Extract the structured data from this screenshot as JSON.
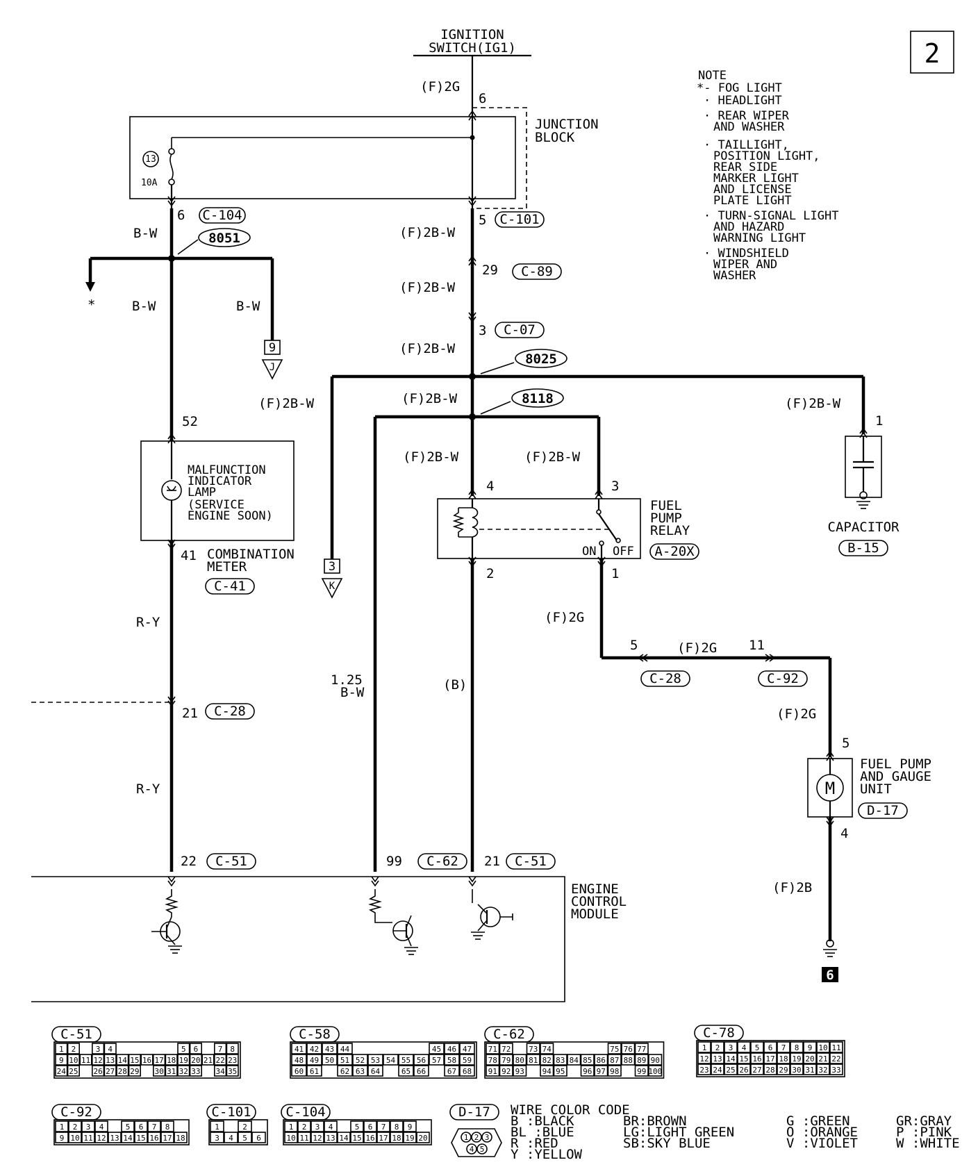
{
  "page_number": "2",
  "note": {
    "title": "NOTE",
    "lines": [
      "*- FOG LIGHT",
      "· HEADLIGHT",
      "· REAR WIPER",
      "AND WASHER",
      "· TAILLIGHT,",
      "POSITION LIGHT,",
      "REAR SIDE",
      "MARKER LIGHT",
      "AND LICENSE",
      "PLATE LIGHT",
      "· TURN-SIGNAL LIGHT",
      "AND HAZARD",
      "WARNING LIGHT",
      "· WINDSHIELD",
      "WIPER AND",
      "WASHER"
    ]
  },
  "ignition": {
    "line1": "IGNITION",
    "line2": "SWITCH(IG1)"
  },
  "junction_block": {
    "line1": "JUNCTION",
    "line2": "BLOCK",
    "fuse_num": "13",
    "fuse_rating": "10A"
  },
  "wire_labels": {
    "f2g_top": "(F)2G",
    "bw_1": "B-W",
    "bw_2": "B-W",
    "bw_3": "B-W",
    "f2bw_1": "(F)2B-W",
    "f2bw_2": "(F)2B-W",
    "f2bw_3": "(F)2B-W",
    "f2bw_4": "(F)2B-W",
    "f2bw_left": "(F)2B-W",
    "f2bw_5": "(F)2B-W",
    "f2bw_6": "(F)2B-W",
    "f2bw_cap": "(F)2B-W",
    "ry_1": "R-Y",
    "ry_2": "R-Y",
    "gauge_1": "1.25",
    "gauge_2": "B-W",
    "b_paren": "(B)",
    "f2g_relay": "(F)2G",
    "f2g_mid": "(F)2G",
    "f2g_pump": "(F)2G",
    "f2b": "(F)2B"
  },
  "pins": {
    "p6_top": "6",
    "p6_bot": "6",
    "p5": "5",
    "p29": "29",
    "p3": "3",
    "p52": "52",
    "p41": "41",
    "p21_mid": "21",
    "p22": "22",
    "p99": "99",
    "p21_bot": "21",
    "relay_4": "4",
    "relay_3": "3",
    "relay_2": "2",
    "relay_1": "1",
    "c28_5": "5",
    "c92_11": "11",
    "cap_1": "1",
    "pump_5": "5",
    "pump_4": "4"
  },
  "connectors": {
    "c104": "C-104",
    "c101": "C-101",
    "c89": "C-89",
    "c07": "C-07",
    "c41": "C-41",
    "c28_a": "C-28",
    "c51_a": "C-51",
    "c62": "C-62",
    "c51_b": "C-51",
    "a20x": "A-20X",
    "c28_b": "C-28",
    "c92": "C-92",
    "b15": "B-15",
    "d17": "D-17"
  },
  "splices": {
    "s8051": "8051",
    "s8025": "8025",
    "s8118": "8118"
  },
  "refs": {
    "j_num": "9",
    "j_letter": "J",
    "k_num": "3",
    "k_letter": "K",
    "ground": "6",
    "star": "*"
  },
  "components": {
    "mil": {
      "line1": "MALFUNCTION",
      "line2": "INDICATOR",
      "line3": "LAMP",
      "line4": "(SERVICE",
      "line5": "ENGINE SOON)"
    },
    "meter": {
      "line1": "COMBINATION",
      "line2": "METER"
    },
    "relay": {
      "line1": "FUEL",
      "line2": "PUMP",
      "line3": "RELAY",
      "on": "ON",
      "off": "OFF"
    },
    "capacitor": "CAPACITOR",
    "pump": {
      "line1": "FUEL PUMP",
      "line2": "AND GAUGE",
      "line3": "UNIT"
    },
    "ecm": {
      "line1": "ENGINE",
      "line2": "CONTROL",
      "line3": "MODULE"
    }
  },
  "connector_faces": {
    "c51": {
      "label": "C-51",
      "rows": [
        [
          "1",
          "2",
          "",
          "3",
          "4",
          "",
          "",
          "",
          "",
          "",
          "5",
          "6",
          "",
          "7",
          "8"
        ],
        [
          "9",
          "10",
          "11",
          "12",
          "13",
          "14",
          "15",
          "16",
          "17",
          "18",
          "19",
          "20",
          "21",
          "22",
          "23"
        ],
        [
          "24",
          "25",
          "",
          "26",
          "27",
          "28",
          "29",
          "",
          "30",
          "31",
          "32",
          "33",
          "",
          "34",
          "35"
        ]
      ]
    },
    "c58": {
      "label": "C-58",
      "rows": [
        [
          "41",
          "42",
          "43",
          "44",
          "",
          "",
          "",
          "",
          "",
          "45",
          "46",
          "47"
        ],
        [
          "48",
          "49",
          "50",
          "51",
          "52",
          "53",
          "54",
          "55",
          "56",
          "57",
          "58",
          "59"
        ],
        [
          "60",
          "61",
          "",
          "62",
          "63",
          "64",
          "",
          "65",
          "66",
          "",
          "67",
          "68"
        ]
      ]
    },
    "c62": {
      "label": "C-62",
      "rows": [
        [
          "71",
          "72",
          "",
          "73",
          "74",
          "",
          "",
          "",
          "",
          "75",
          "76",
          "77"
        ],
        [
          "78",
          "79",
          "80",
          "81",
          "82",
          "83",
          "84",
          "85",
          "86",
          "87",
          "88",
          "89",
          "90"
        ],
        [
          "91",
          "92",
          "93",
          "",
          "94",
          "95",
          "",
          "96",
          "97",
          "98",
          "",
          "99",
          "100"
        ]
      ]
    },
    "c78": {
      "label": "C-78",
      "rows": [
        [
          "1",
          "2",
          "3",
          "4",
          "5",
          "6",
          "7",
          "8",
          "9",
          "10",
          "11"
        ],
        [
          "12",
          "13",
          "14",
          "15",
          "16",
          "17",
          "18",
          "19",
          "20",
          "21",
          "22"
        ],
        [
          "23",
          "24",
          "25",
          "26",
          "27",
          "28",
          "29",
          "30",
          "31",
          "32",
          "33"
        ]
      ]
    },
    "c92": {
      "label": "C-92",
      "rows": [
        [
          "1",
          "2",
          "3",
          "4",
          "",
          "5",
          "6",
          "7",
          "8"
        ],
        [
          "9",
          "10",
          "11",
          "12",
          "13",
          "14",
          "15",
          "16",
          "17",
          "18"
        ]
      ]
    },
    "c101": {
      "label": "C-101",
      "rows": [
        [
          "1",
          "",
          "2"
        ],
        [
          "3",
          "4",
          "5",
          "6"
        ]
      ]
    },
    "c104": {
      "label": "C-104",
      "rows": [
        [
          "1",
          "2",
          "3",
          "4",
          "",
          "5",
          "6",
          "7",
          "8",
          "9"
        ],
        [
          "10",
          "11",
          "12",
          "13",
          "14",
          "15",
          "16",
          "17",
          "18",
          "19",
          "20"
        ]
      ]
    },
    "d17": {
      "label": "D-17",
      "pins": [
        "1",
        "2",
        "3",
        "4",
        "5"
      ]
    }
  },
  "color_code": {
    "title": "WIRE COLOR CODE",
    "col1": [
      "B :BLACK",
      "BL :BLUE",
      "R :RED",
      "Y :YELLOW"
    ],
    "col2": [
      "BR:BROWN",
      "LG:LIGHT GREEN",
      "SB:SKY BLUE"
    ],
    "col3": [
      "G :GREEN",
      "O :ORANGE",
      "V :VIOLET"
    ],
    "col4": [
      "GR:GRAY",
      "P :PINK",
      "W :WHITE"
    ]
  }
}
